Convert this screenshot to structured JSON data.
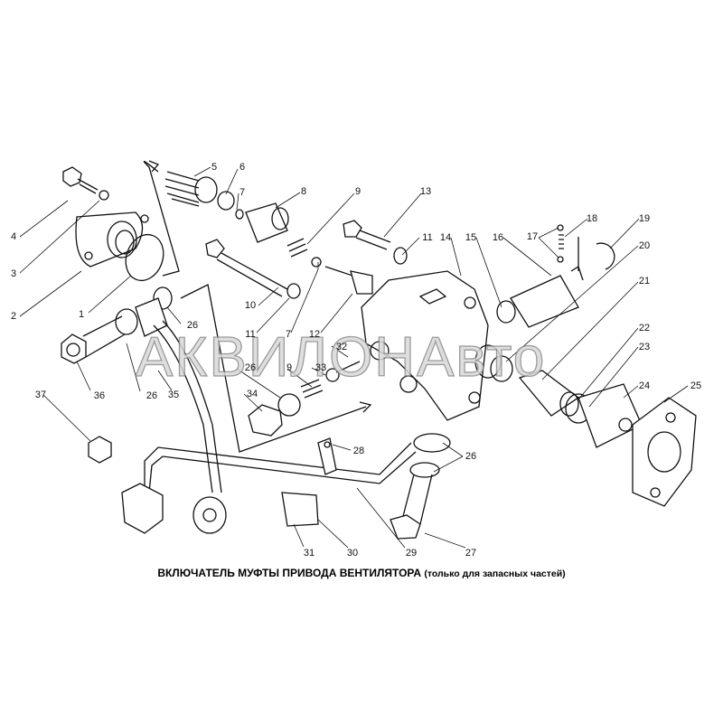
{
  "caption": {
    "title": "ВКЛЮЧАТЕЛЬ МУФТЫ ПРИВОДА ВЕНТИЛЯТОРА",
    "note": "(только для запасных частей)"
  },
  "watermark": "АКВИЛОНАвто",
  "labels": [
    "5",
    "6",
    "7",
    "8",
    "9",
    "13",
    "4",
    "3",
    "2",
    "1",
    "10",
    "11",
    "7",
    "12",
    "11",
    "14",
    "15",
    "16",
    "17",
    "18",
    "19",
    "20",
    "21",
    "22",
    "23",
    "24",
    "25",
    "26",
    "32",
    "26",
    "9",
    "33",
    "34",
    "36",
    "26",
    "35",
    "37",
    "28",
    "26",
    "31",
    "30",
    "29",
    "27"
  ]
}
